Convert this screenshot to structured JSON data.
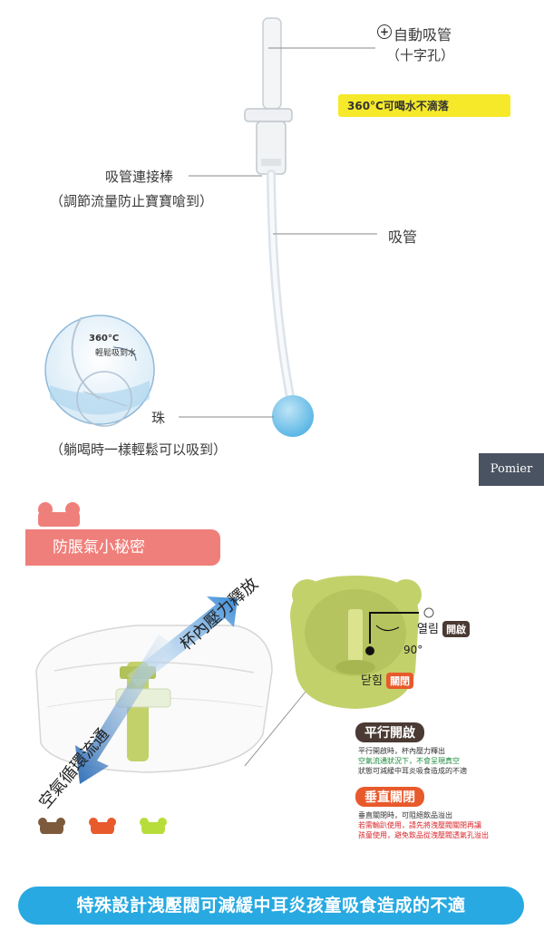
{
  "labels": {
    "auto_straw": "自動吸管",
    "cross_hole": "（十字孔）",
    "highlight_360": "360°C可喝水不滴落",
    "connector_title": "吸管連接棒",
    "connector_desc": "（調節流量防止寶寶嗆到）",
    "straw": "吸管",
    "bead": "珠",
    "lying_desc": "（躺喝時一樣輕鬆可以吸到）",
    "circle_360": "360°C",
    "circle_absorb": "輕鬆吸到水"
  },
  "logo": "Pomier",
  "anti_bloat": {
    "title": "防脹氣小秘密",
    "arrow_up": "杯內壓力釋放",
    "arrow_down": "空氣循環流通",
    "open_ko": "열림",
    "open_zh": "開啟",
    "angle": "90°",
    "close_ko": "닫힘",
    "close_zh": "關閉"
  },
  "parallel": {
    "title": "平行開啟",
    "lines": [
      "平行開啟時，杯內壓力釋出",
      "空氣流通狀況下，不會呈現真空",
      "狀態可減緩中耳炎吸食造成的不適"
    ]
  },
  "vertical": {
    "title": "垂直關閉",
    "lines": [
      "垂直關閉時，可阻絕飲品溢出",
      "若需輸趴使用，請先將洩壓閥關閉再讓",
      "孩童使用，避免飲品從洩壓閥透氣孔溢出"
    ]
  },
  "footer": "特殊設計洩壓閥可減緩中耳炎孩童吸食造成的不適",
  "colors": {
    "accent_pink": "#ef7f7a",
    "highlight_yellow": "#f5e92a",
    "banner_blue": "#28a9e1",
    "valve_green": "#c3d16a",
    "pill_red": "#e85a2c",
    "pill_dark": "#4a3a33"
  }
}
